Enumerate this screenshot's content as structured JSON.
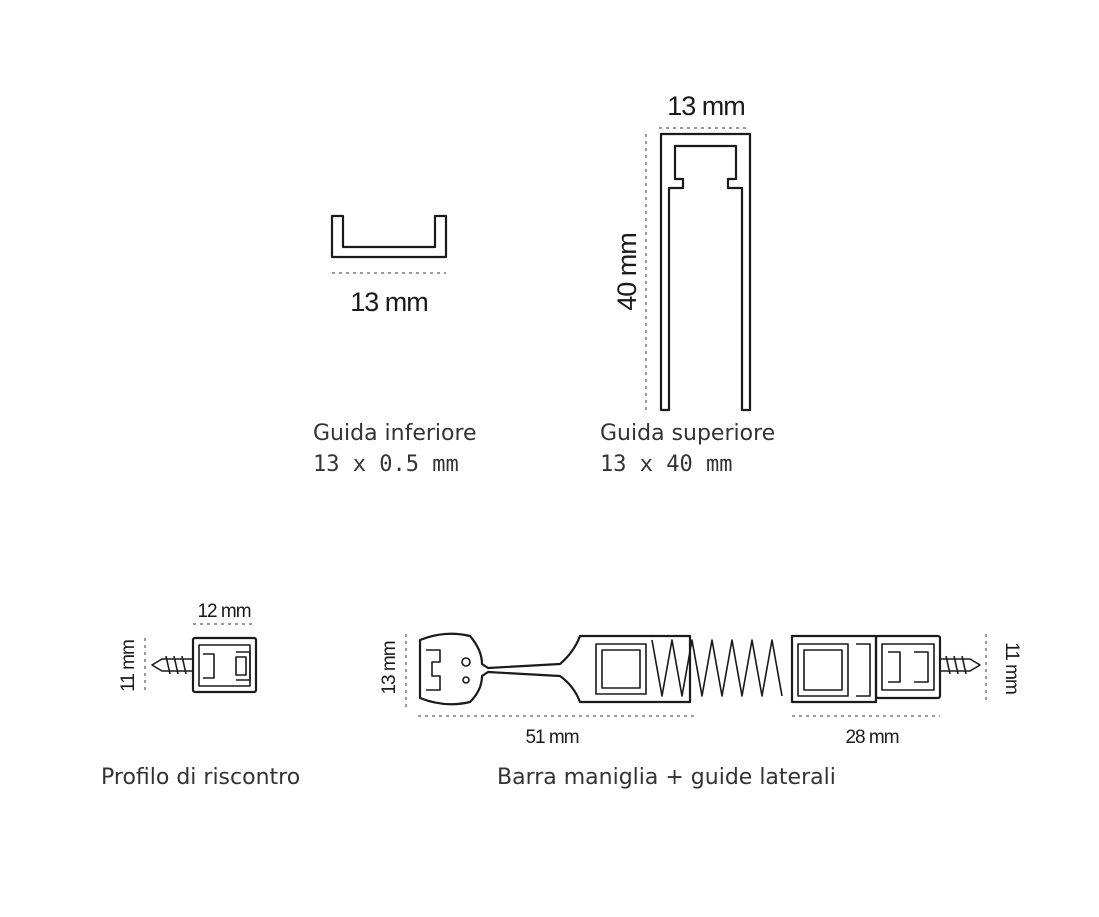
{
  "labels": {
    "guida_inf_width": "13 mm",
    "guida_sup_width": "13 mm",
    "guida_sup_height": "40 mm",
    "profilo_width": "12 mm",
    "profilo_height": "11 mm",
    "barra_height": "13 mm",
    "barra_length": "51 mm",
    "guide_lat_length": "28 mm",
    "guide_lat_height": "11 mm"
  },
  "captions": {
    "guida_inferiore": {
      "name": "Guida inferiore",
      "size": "13 x 0.5 mm"
    },
    "guida_superiore": {
      "name": "Guida superiore",
      "size": "13 x 40 mm"
    },
    "profilo_riscontro": {
      "name": "Profilo di riscontro"
    },
    "barra_maniglia": {
      "name": "Barra maniglia + guide laterali"
    }
  },
  "colors": {
    "line": "#1a1a1a",
    "dimension": "#9a9a9a",
    "text": "#333333"
  }
}
